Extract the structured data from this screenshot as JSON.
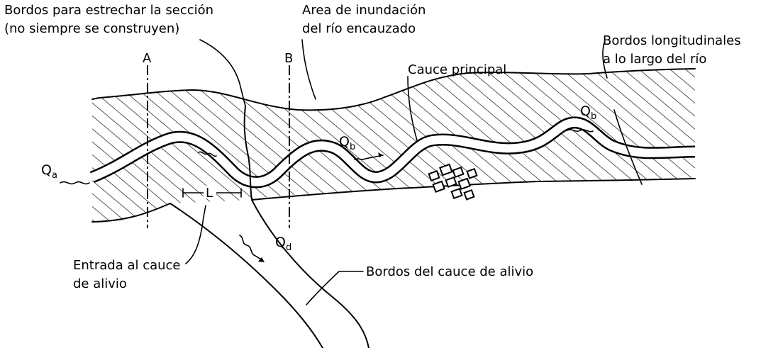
{
  "labels": {
    "bordos_seccion_1": "Bordos para estrechar la sección",
    "bordos_seccion_2": "(no siempre se construyen)",
    "area_1": "Area de inundación",
    "area_2": "del río encauzado",
    "bordos_long_1": "Bordos longitudinales",
    "bordos_long_2": "a lo largo del río",
    "cauce_principal": "Cauce principal",
    "entrada_1": "Entrada al cauce",
    "entrada_2": "de alivio",
    "bordos_alivio": "Bordos del cauce de alivio",
    "section_a": "A",
    "section_b": "B",
    "length_l": "L"
  },
  "flows": {
    "qa": "Q",
    "qa_sub": "a",
    "qb1": "Q",
    "qb1_sub": "b",
    "qb2": "Q",
    "qb2_sub": "b",
    "qd": "Q",
    "qd_sub": "d"
  }
}
